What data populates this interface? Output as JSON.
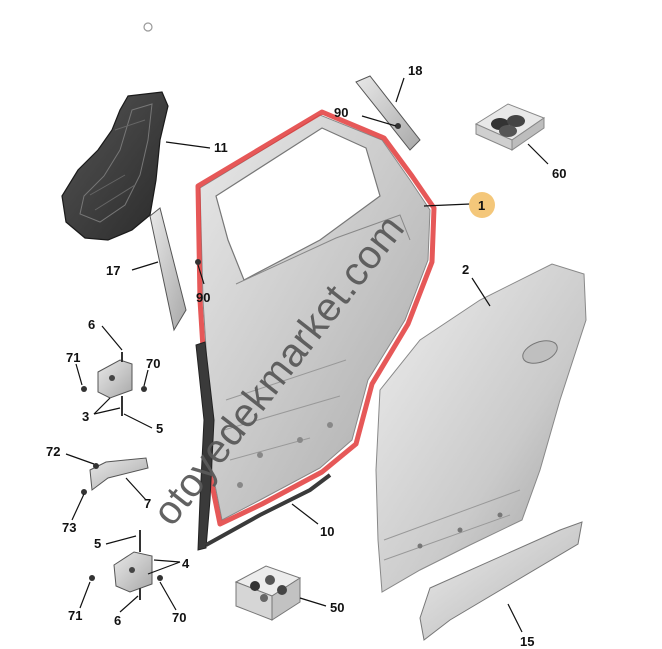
{
  "diagram": {
    "watermark": "otoyedekmarket.com",
    "callouts": [
      {
        "id": "c-18",
        "label": "18"
      },
      {
        "id": "c-90a",
        "label": "90"
      },
      {
        "id": "c-11",
        "label": "11"
      },
      {
        "id": "c-60",
        "label": "60"
      },
      {
        "id": "c-1",
        "label": "1"
      },
      {
        "id": "c-17",
        "label": "17"
      },
      {
        "id": "c-90b",
        "label": "90"
      },
      {
        "id": "c-2",
        "label": "2"
      },
      {
        "id": "c-6a",
        "label": "6"
      },
      {
        "id": "c-71a",
        "label": "71"
      },
      {
        "id": "c-70a",
        "label": "70"
      },
      {
        "id": "c-3",
        "label": "3"
      },
      {
        "id": "c-5a",
        "label": "5"
      },
      {
        "id": "c-72",
        "label": "72"
      },
      {
        "id": "c-7",
        "label": "7"
      },
      {
        "id": "c-73",
        "label": "73"
      },
      {
        "id": "c-10",
        "label": "10"
      },
      {
        "id": "c-5b",
        "label": "5"
      },
      {
        "id": "c-4",
        "label": "4"
      },
      {
        "id": "c-71b",
        "label": "71"
      },
      {
        "id": "c-6b",
        "label": "6"
      },
      {
        "id": "c-70b",
        "label": "70"
      },
      {
        "id": "c-50",
        "label": "50"
      },
      {
        "id": "c-15",
        "label": "15"
      }
    ],
    "colors": {
      "highlight": "#e23b3b",
      "badge": "#f4c77a",
      "panel": "#cfcfcf",
      "panel_dark": "#9a9a9a",
      "trim": "#3a3a3a"
    }
  }
}
